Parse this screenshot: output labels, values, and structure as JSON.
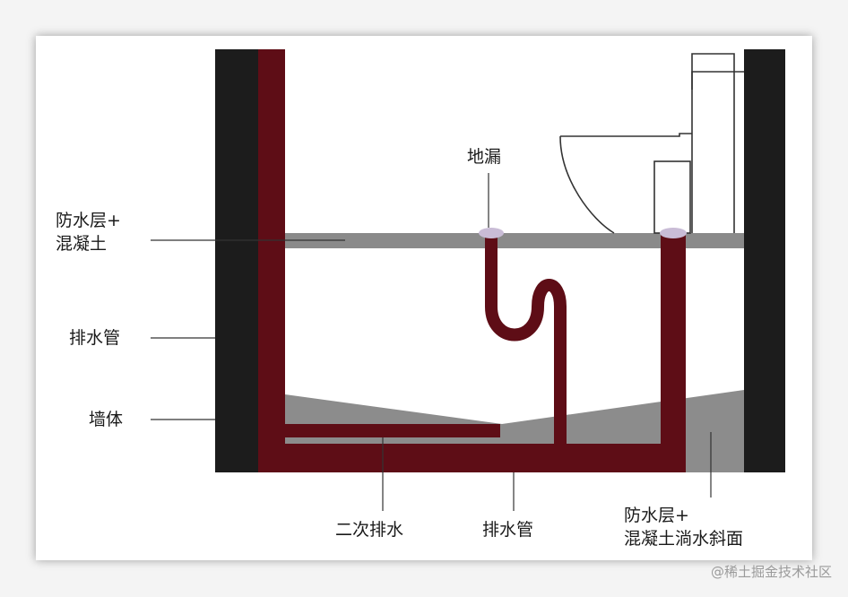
{
  "labels": {
    "floor_drain": "地漏",
    "waterproof_concrete_line1": "防水层+",
    "waterproof_concrete_line2": "混凝土",
    "drain_pipe_left": "排水管",
    "wall": "墙体",
    "secondary_drainage": "二次排水",
    "drain_pipe_bottom": "排水管",
    "waterproof_slope_line1": "防水层+",
    "waterproof_slope_line2": "混凝土淌水斜面"
  },
  "watermark": "@稀土掘金技术社区",
  "colors": {
    "wall": "#1c1c1c",
    "pipe": "#5e0d16",
    "floor_slab": "#8a8a8a",
    "slope_fill": "#8c8c8c",
    "drain_cap": "#c9bcd6",
    "toilet_outline": "#333333"
  }
}
